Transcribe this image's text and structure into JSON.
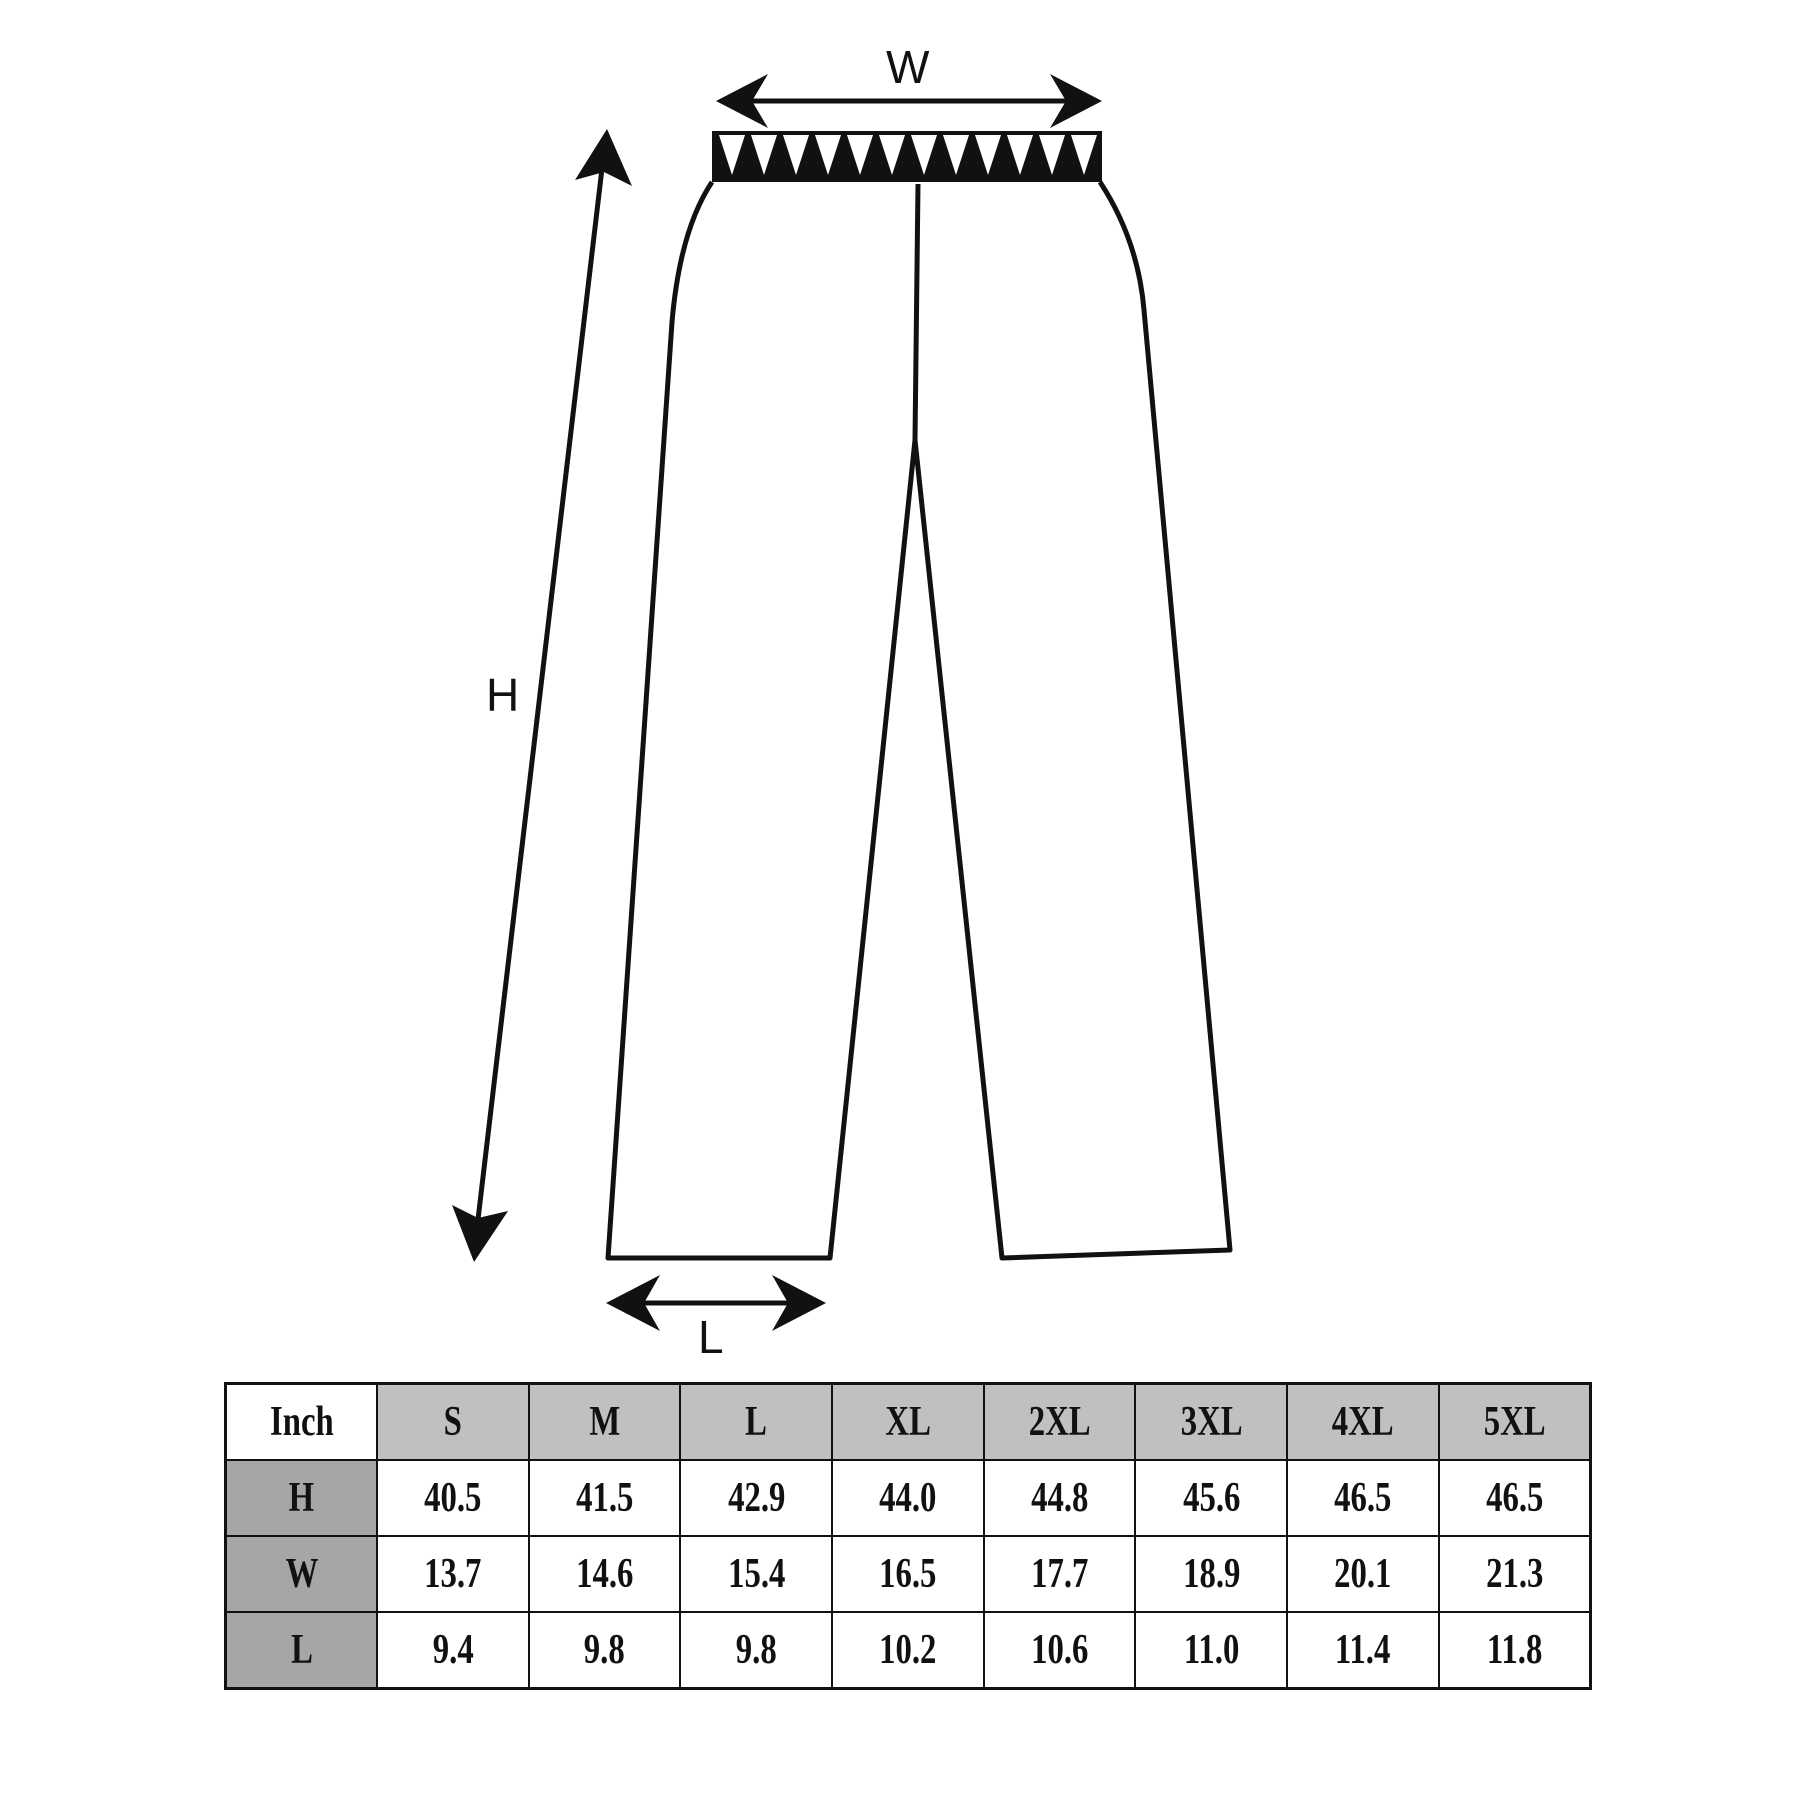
{
  "diagram": {
    "labels": {
      "width": "W",
      "height": "H",
      "leg": "L"
    },
    "waistband_pattern": "triangle-zigzag"
  },
  "size_table": {
    "unit_label": "Inch",
    "sizes": [
      "S",
      "M",
      "L",
      "XL",
      "2XL",
      "3XL",
      "4XL",
      "5XL"
    ],
    "rows": [
      {
        "label": "H",
        "values": [
          "40.5",
          "41.5",
          "42.9",
          "44.0",
          "44.8",
          "45.6",
          "46.5",
          "46.5"
        ]
      },
      {
        "label": "W",
        "values": [
          "13.7",
          "14.6",
          "15.4",
          "16.5",
          "17.7",
          "18.9",
          "20.1",
          "21.3"
        ]
      },
      {
        "label": "L",
        "values": [
          "9.4",
          "9.8",
          "9.8",
          "10.2",
          "10.6",
          "11.0",
          "11.4",
          "11.8"
        ]
      }
    ],
    "colors": {
      "header_bg": "#c0c0c0",
      "row_header_bg": "#a6a6a6",
      "cell_bg": "#ffffff",
      "line": "#111111"
    }
  }
}
